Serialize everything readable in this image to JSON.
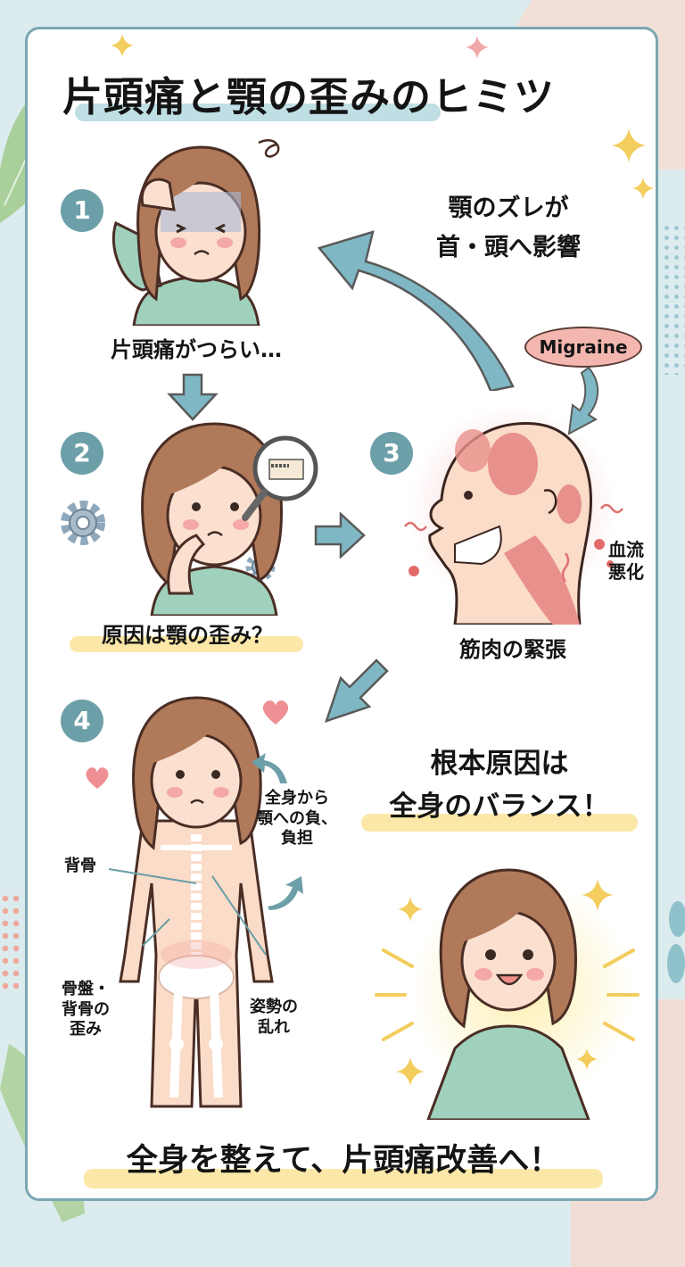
{
  "title": "片頭痛と顎の歪みのヒミツ",
  "steps": [
    {
      "number": "1",
      "caption": "片頭痛がつらい…",
      "illustration": "woman-holding-head-in-pain"
    },
    {
      "number": "2",
      "caption": "原因は顎の歪み？",
      "illustration": "woman-thinking-with-magnifier-on-jaw"
    },
    {
      "number": "3",
      "caption": "筋肉の緊張",
      "illustration": "head-neck-muscle-tension-profile"
    },
    {
      "number": "4",
      "caption": "",
      "illustration": "woman-with-skeleton-overlay"
    }
  ],
  "jaw_effect_note": {
    "line1": "顎のズレが",
    "line2": "首・頭へ影響"
  },
  "migraine_bubble": "Migraine",
  "blood_flow_note": {
    "line1": "血流",
    "line2": "悪化"
  },
  "body_labels": {
    "spine": "背骨",
    "pelvis": {
      "line1": "骨盤・",
      "line2": "背骨の",
      "line3": "歪み"
    },
    "posture": {
      "line1": "姿勢の",
      "line2": "乱れ"
    },
    "load": {
      "line1": "全身から",
      "line2": "顎への負、",
      "line3": "負担"
    }
  },
  "root_cause": {
    "line1": "根本原因は",
    "line2": "全身のバランス！"
  },
  "conclusion": "全身を整えて、片頭痛改善へ！",
  "colors": {
    "accent_teal": "#6c9fa8",
    "arrow_fill": "#7fb8c4",
    "highlight_yellow": "#fbe8a8",
    "highlight_blue": "#bfdfe4",
    "sweater_green": "#9fd1bd",
    "hair_brown": "#b07a5a",
    "muscle_red": "#e07a78",
    "sparkle_yellow": "#f3cd5d"
  }
}
